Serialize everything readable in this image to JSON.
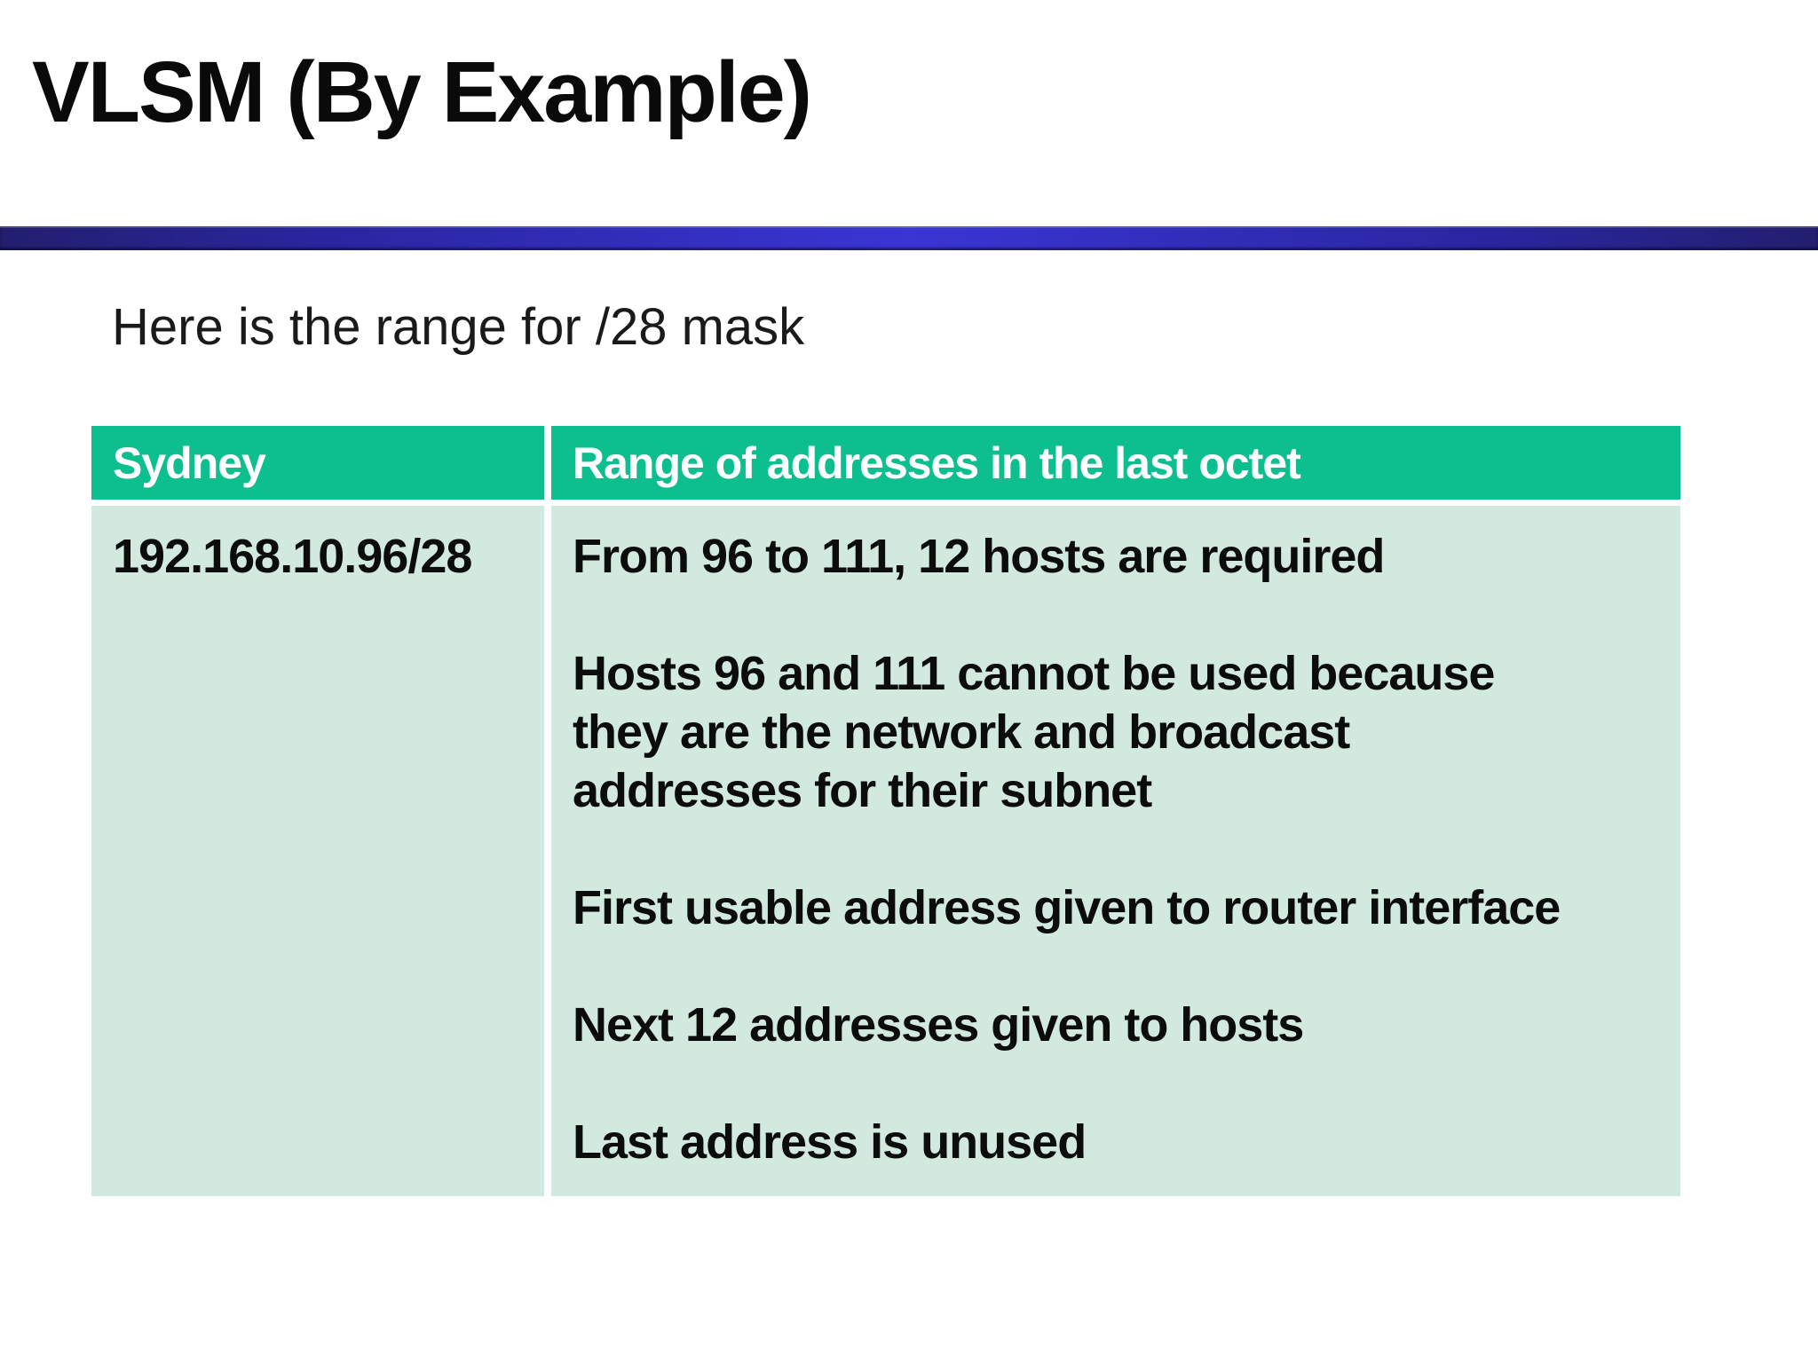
{
  "slide": {
    "title": "VLSM (By Example)",
    "subtitle": "Here is the range for /28 mask"
  },
  "colors": {
    "header_green": "#0dbf8e",
    "body_green": "#d1e9de",
    "rule_blue_edge": "#221f6e",
    "rule_blue_center": "#3a35d3",
    "header_text": "#ffffff",
    "body_text": "#0c0c0c"
  },
  "table": {
    "headers": [
      "Sydney",
      "Range of addresses in the last octet"
    ],
    "row": {
      "network": "192.168.10.96/28",
      "details": [
        {
          "lines": [
            "From 96 to 111, 12 hosts are required"
          ]
        },
        {
          "lines": [
            "Hosts 96 and 111 cannot be used because",
            "they are the network and broadcast",
            "addresses for their subnet"
          ]
        },
        {
          "lines": [
            "First usable address given to router interface"
          ]
        },
        {
          "lines": [
            "Next 12 addresses given to hosts"
          ]
        },
        {
          "lines": [
            "Last address is unused"
          ]
        }
      ]
    }
  }
}
